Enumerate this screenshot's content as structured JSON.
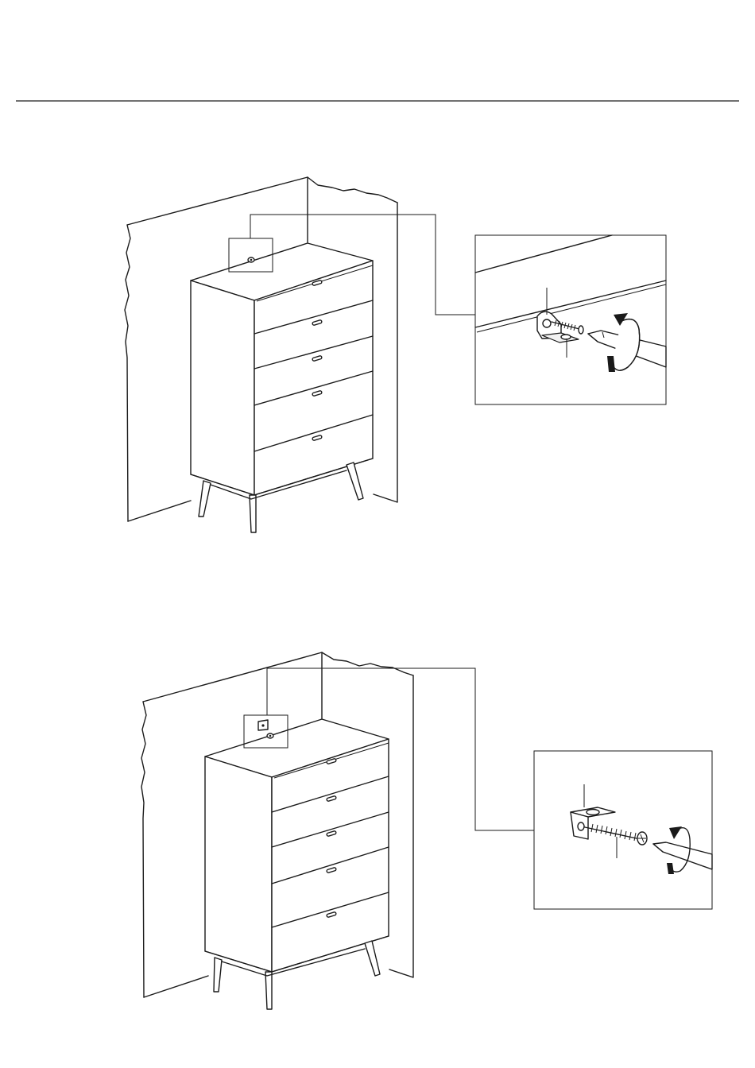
{
  "document": {
    "steps": [
      {
        "id": "step-1",
        "illustration": "dresser-wall-anchor-screw-into-dresser"
      },
      {
        "id": "step-2",
        "illustration": "dresser-wall-anchor-screw-into-wall"
      }
    ]
  },
  "colors": {
    "ink": "#1a1a1a",
    "paper": "#ffffff"
  }
}
